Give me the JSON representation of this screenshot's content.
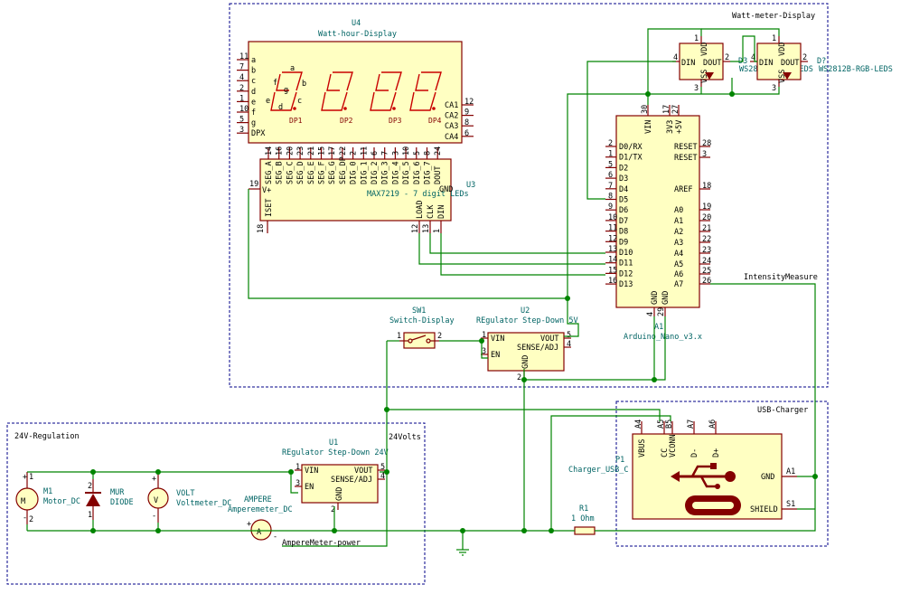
{
  "sheets": {
    "wattmeter": "Watt-meter-Display",
    "usb": "USB-Charger",
    "regulation": "24V-Regulation"
  },
  "u4": {
    "ref": "U4",
    "value": "Watt-hour-Display",
    "dp": [
      "DP1",
      "DP2",
      "DP3",
      "DP4"
    ],
    "seg_letters": [
      "a",
      "b",
      "c",
      "d",
      "e",
      "f",
      "g"
    ],
    "left_pins": [
      [
        "11",
        "a"
      ],
      [
        "7",
        "b"
      ],
      [
        "4",
        "c"
      ],
      [
        "2",
        "d"
      ],
      [
        "1",
        "e"
      ],
      [
        "10",
        "f"
      ],
      [
        "5",
        "g"
      ],
      [
        "3",
        "DPX"
      ]
    ],
    "right_pins": [
      [
        "CA1",
        "12"
      ],
      [
        "CA2",
        "9"
      ],
      [
        "CA3",
        "8"
      ],
      [
        "CA4",
        "6"
      ]
    ]
  },
  "u3": {
    "ref": "U3",
    "value": "MAX7219 - 7 digit LEDs",
    "top_pins": [
      [
        "SEG_A",
        "14"
      ],
      [
        "SEG_B",
        "16"
      ],
      [
        "SEG_C",
        "20"
      ],
      [
        "SEG_D",
        "23"
      ],
      [
        "SEG_E",
        "21"
      ],
      [
        "SEG_F",
        "15"
      ],
      [
        "SEG_G",
        "17"
      ],
      [
        "SEG_DP",
        "22"
      ],
      [
        "DIG_0",
        "2"
      ],
      [
        "DIG_1",
        "11"
      ],
      [
        "DIG_2",
        "6"
      ],
      [
        "DIG_3",
        "7"
      ],
      [
        "DIG_4",
        "3"
      ],
      [
        "DIG_5",
        "10"
      ],
      [
        "DIG_6",
        "5"
      ],
      [
        "DIG_7",
        "8"
      ],
      [
        "DOUT",
        "24"
      ]
    ],
    "v_pin": [
      "V+",
      "19"
    ],
    "iset_pin": [
      "ISET",
      "18"
    ],
    "bottom_pins": [
      [
        "LOAD",
        "12"
      ],
      [
        "CLK",
        "13"
      ],
      [
        "DIN",
        "1"
      ]
    ],
    "gnd": "GND"
  },
  "a1": {
    "ref": "A1",
    "value": "Arduino_Nano_v3.x",
    "left_pins": [
      [
        "D0/RX",
        "2"
      ],
      [
        "D1/TX",
        "1"
      ],
      [
        "D2",
        "5"
      ],
      [
        "D3",
        "6"
      ],
      [
        "D4",
        "7"
      ],
      [
        "D5",
        "8"
      ],
      [
        "D6",
        "9"
      ],
      [
        "D7",
        "10"
      ],
      [
        "D8",
        "11"
      ],
      [
        "D9",
        "12"
      ],
      [
        "D10",
        "13"
      ],
      [
        "D11",
        "14"
      ],
      [
        "D12",
        "15"
      ],
      [
        "D13",
        "16"
      ]
    ],
    "right_pins": [
      [
        "RESET",
        "28"
      ],
      [
        "RESET",
        "3"
      ],
      [
        "AREF",
        "18"
      ],
      [
        "A0",
        "19"
      ],
      [
        "A1",
        "20"
      ],
      [
        "A2",
        "21"
      ],
      [
        "A3",
        "22"
      ],
      [
        "A4",
        "23"
      ],
      [
        "A5",
        "24"
      ],
      [
        "A6",
        "25"
      ],
      [
        "A7",
        "26"
      ]
    ],
    "top_pins": [
      [
        "VIN",
        "30"
      ],
      [
        "3V3",
        "17"
      ],
      [
        "+5V",
        "27"
      ]
    ],
    "bottom_pins": [
      [
        "GND",
        "4"
      ],
      [
        "GND",
        "29"
      ]
    ]
  },
  "leds": [
    {
      "ref": "D3",
      "value": "WS2812B-RGB-LEDS",
      "pins": [
        "VDD",
        "DIN",
        "DOUT",
        "VSS"
      ],
      "nums": [
        "1",
        "4",
        "2",
        "3"
      ]
    },
    {
      "ref": "D?",
      "value": "WS2812B-RGB-LEDS",
      "pins": [
        "VDD",
        "DIN",
        "DOUT",
        "VSS"
      ],
      "nums": [
        "1",
        "4",
        "2",
        "3"
      ]
    }
  ],
  "sw1": {
    "ref": "SW1",
    "value": "Switch-Display",
    "p1": "1",
    "p2": "2"
  },
  "u2": {
    "ref": "U2",
    "value": "REgulator Step-Down 5V",
    "pins": [
      "VIN",
      "EN",
      "VOUT",
      "SENSE/ADJ",
      "GND"
    ],
    "nums": [
      "1",
      "3",
      "5",
      "4",
      "2"
    ]
  },
  "u1": {
    "ref": "U1",
    "value": "REgulator Step-Down 24V",
    "pins": [
      "VIN",
      "EN",
      "VOUT",
      "SENSE/ADJ",
      "GND"
    ],
    "nums": [
      "1",
      "3",
      "5",
      "4",
      "2"
    ]
  },
  "p1": {
    "ref": "P1",
    "value": "Charger_USB_C",
    "top_pins": [
      [
        "VBUS",
        "A4"
      ],
      [
        "CC",
        "A5"
      ],
      [
        "VCONN",
        "B5"
      ],
      [
        "D-",
        "A7"
      ],
      [
        "D+",
        "A6"
      ]
    ],
    "right_pins": [
      [
        "GND",
        "A1"
      ],
      [
        "SHIELD",
        "S1"
      ]
    ]
  },
  "r1": {
    "ref": "R1",
    "value": "1 Ohm"
  },
  "m1": {
    "ref": "M1",
    "value": "Motor_DC"
  },
  "d1": {
    "ref": "MUR",
    "value": "DIODE"
  },
  "volt": {
    "ref": "VOLT",
    "value": "Voltmeter_DC",
    "glyph": "V"
  },
  "amp": {
    "ref": "AMPERE",
    "value": "Amperemeter_DC",
    "glyph": "A"
  },
  "nets": {
    "intensity": "IntensityMeasure",
    "volts24": "24Volts",
    "ampere_power": "AmpereMeter-power"
  },
  "common": {
    "pin1": "1",
    "pin2": "2",
    "plus": "+",
    "minus": "-"
  }
}
